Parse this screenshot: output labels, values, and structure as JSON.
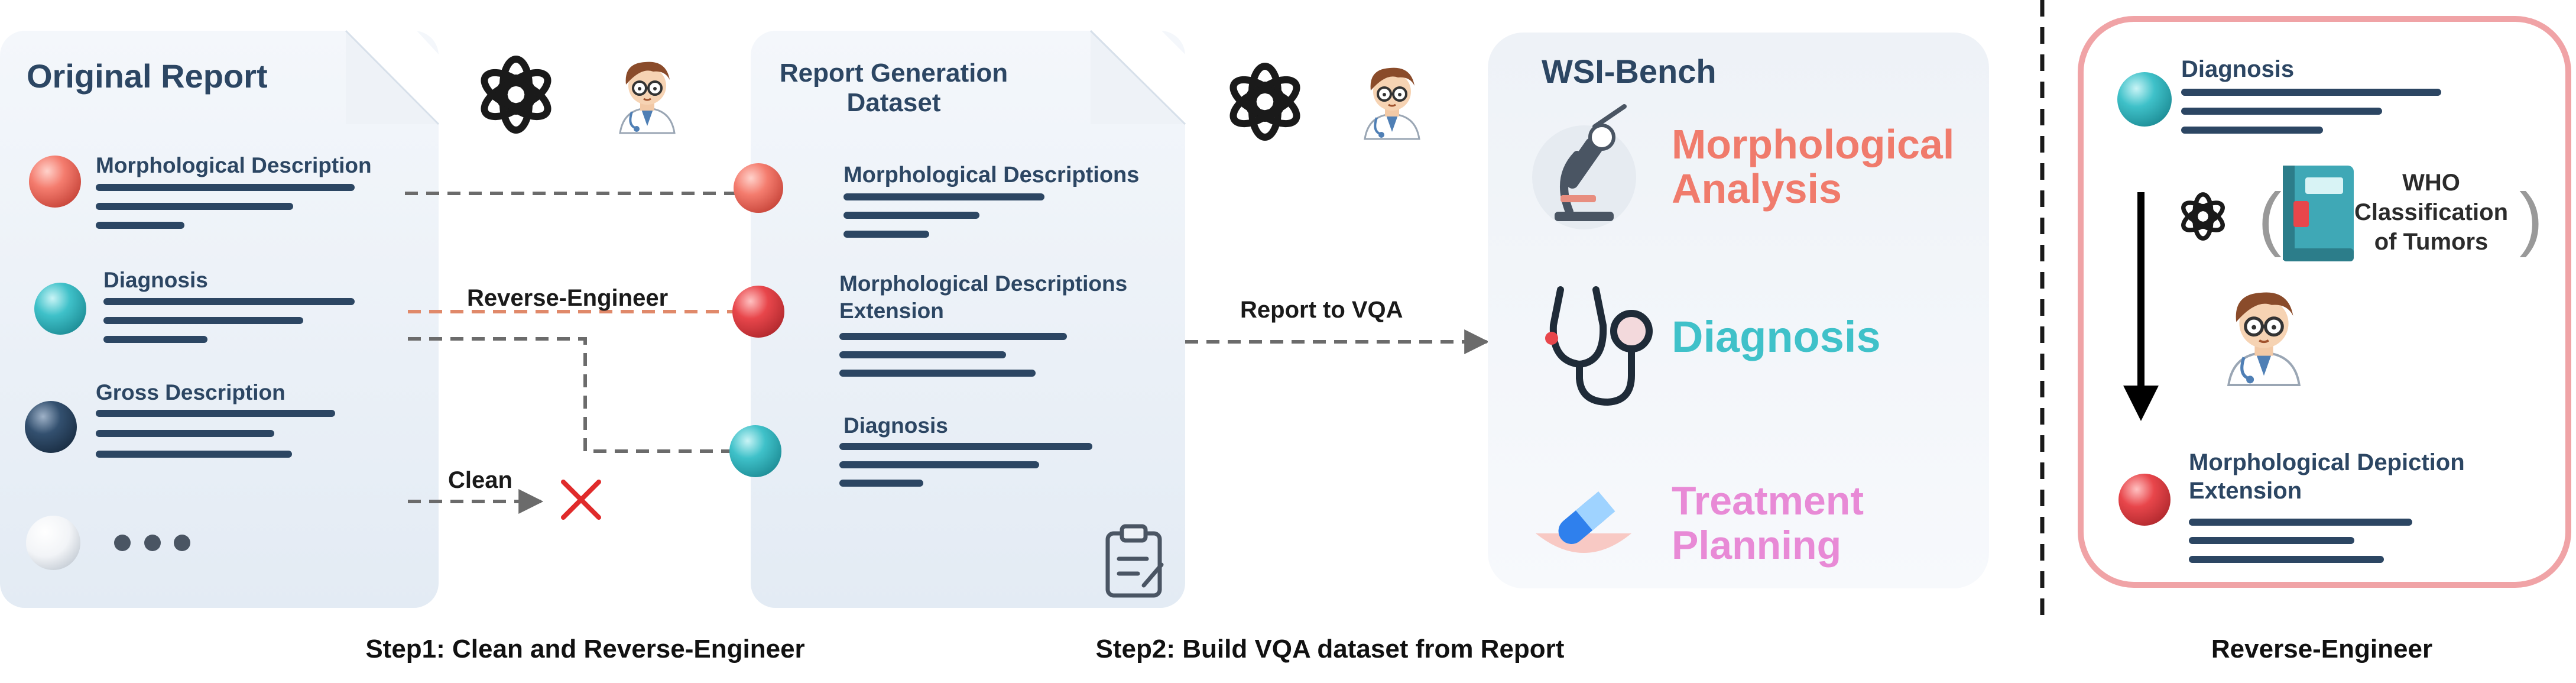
{
  "original_report": {
    "title": "Original Report",
    "items": [
      {
        "label": "Morphological Description"
      },
      {
        "label": "Diagnosis"
      },
      {
        "label": "Gross Description"
      }
    ]
  },
  "arrows": {
    "reverse_engineer": "Reverse-Engineer",
    "clean": "Clean",
    "report_to_vqa": "Report to VQA"
  },
  "report_generation": {
    "title_line1": "Report Generation",
    "title_line2": "Dataset",
    "items": [
      {
        "label": "Morphological Descriptions"
      },
      {
        "label_line1": "Morphological Descriptions",
        "label_line2": "Extension"
      },
      {
        "label": "Diagnosis"
      }
    ]
  },
  "wsi_bench": {
    "title": "WSI-Bench",
    "morph_line1": "Morphological",
    "morph_line2": "Analysis",
    "diagnosis": "Diagnosis",
    "treatment_line1": "Treatment",
    "treatment_line2": "Planning"
  },
  "reverse_panel": {
    "diagnosis": "Diagnosis",
    "who_line1": "WHO",
    "who_line2": "Classification",
    "who_line3": "of Tumors",
    "morph_line1": "Morphological Depiction",
    "morph_line2": "Extension"
  },
  "captions": {
    "step1": "Step1: Clean and Reverse-Engineer",
    "step2": "Step2: Build VQA dataset from Report",
    "reverse": "Reverse-Engineer"
  },
  "colors": {
    "text_dark": "#2c4663",
    "salmon": "#f07b6c",
    "teal": "#3fc1c9",
    "navy": "#2c4663",
    "red_ball": "#e8464b",
    "pink": "#e88ad6",
    "panel_border": "#f0a3a6"
  }
}
